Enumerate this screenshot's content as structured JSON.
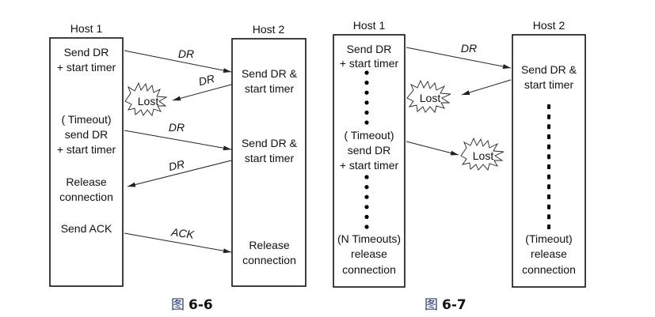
{
  "figures": [
    {
      "caption_prefix": "图",
      "caption_number": "6-6",
      "host1": {
        "title": "Host 1",
        "events": [
          [
            "Send DR",
            "+ start timer"
          ],
          [
            "( Timeout)",
            "send DR",
            "+ start timer"
          ],
          [
            "Release",
            "connection"
          ],
          [
            "Send ACK"
          ]
        ]
      },
      "host2": {
        "title": "Host 2",
        "events": [
          [
            "Send DR &",
            "start timer"
          ],
          [
            "Send DR &",
            "start timer"
          ],
          [
            "Release",
            "connection"
          ]
        ]
      },
      "messages": [
        "DR",
        "DR",
        "DR",
        "DR",
        "ACK"
      ],
      "lost_labels": [
        "Lost"
      ]
    },
    {
      "caption_prefix": "图",
      "caption_number": "6-7",
      "host1": {
        "title": "Host 1",
        "events": [
          [
            "Send DR",
            "+ start timer"
          ],
          [
            "( Timeout)",
            "send DR",
            "+ start timer"
          ],
          [
            "(N Timeouts)",
            "release",
            "connection"
          ]
        ]
      },
      "host2": {
        "title": "Host 2",
        "events": [
          [
            "Send DR &",
            "start timer"
          ],
          [
            "(Timeout)",
            "release",
            "connection"
          ]
        ]
      },
      "messages": [
        "DR"
      ],
      "lost_labels": [
        "Lost",
        "Lost"
      ]
    }
  ]
}
